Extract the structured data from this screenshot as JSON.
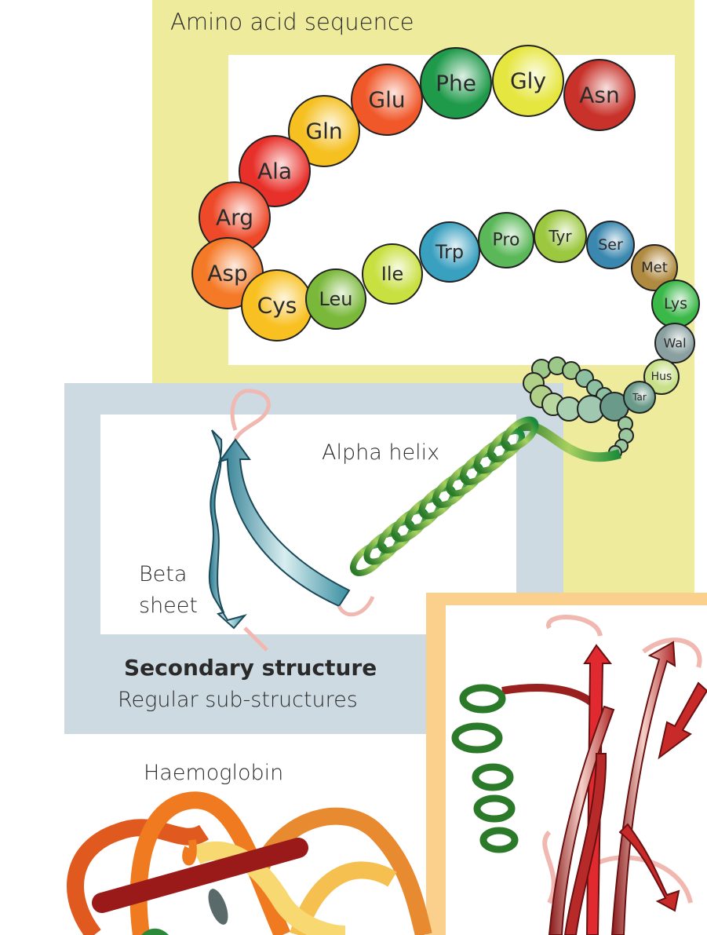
{
  "primary": {
    "subtitle": "Amino acid sequence",
    "amino_acids": [
      {
        "name": "Asn",
        "color": "#c8322a"
      },
      {
        "name": "Gly",
        "color": "#e6e640"
      },
      {
        "name": "Phe",
        "color": "#1e9a4a"
      },
      {
        "name": "Glu",
        "color": "#f0582a"
      },
      {
        "name": "Gln",
        "color": "#f5c020"
      },
      {
        "name": "Ala",
        "color": "#e8302a"
      },
      {
        "name": "Arg",
        "color": "#ee4a2a"
      },
      {
        "name": "Asp",
        "color": "#f57a28"
      },
      {
        "name": "Cys",
        "color": "#f8c020"
      },
      {
        "name": "Leu",
        "color": "#7ab83a"
      },
      {
        "name": "Ile",
        "color": "#c8e040"
      },
      {
        "name": "Trp",
        "color": "#3aa0c0"
      },
      {
        "name": "Pro",
        "color": "#5ab858"
      },
      {
        "name": "Tyr",
        "color": "#9cc840"
      },
      {
        "name": "Ser",
        "color": "#3a88b0"
      },
      {
        "name": "Met",
        "color": "#b08a40"
      },
      {
        "name": "Lys",
        "color": "#3ab848"
      },
      {
        "name": "Wal",
        "color": "#8aa0a0"
      },
      {
        "name": "Hus",
        "color": "#c8e088"
      },
      {
        "name": "Tar",
        "color": "#6a9a8a"
      }
    ]
  },
  "secondary": {
    "alpha_label": "Alpha helix",
    "beta_label_1": "Beta",
    "beta_label_2": "sheet",
    "title": "Secondary structure",
    "subtitle": "Regular sub-structures"
  },
  "quaternary": {
    "label": "Haemoglobin"
  },
  "colors": {
    "primary_bg": "#eeeb9c",
    "secondary_bg": "#cddae2",
    "tertiary_bg": "#fbcf8c"
  }
}
